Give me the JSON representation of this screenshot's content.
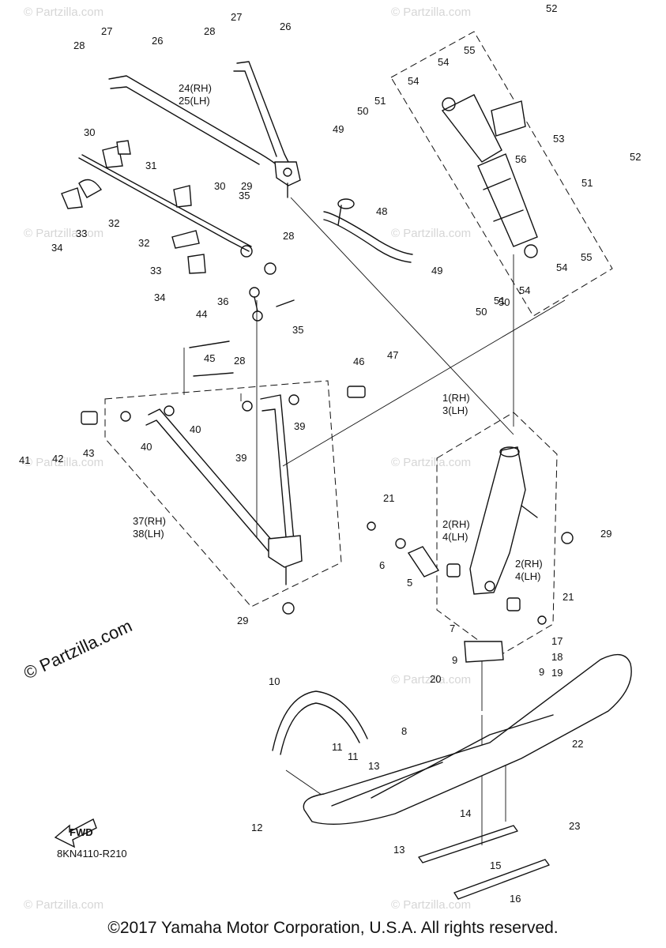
{
  "watermark": {
    "main": "© Partzilla.com",
    "faint": "© Partzilla.com"
  },
  "footer": {
    "copyright": "©2017 Yamaha Motor Corporation, U.S.A. All rights reserved.",
    "diagram_code": "8KN4110-R210",
    "fwd_label": "FWD"
  },
  "callouts": [
    "1(RH)",
    "3(LH)",
    "2(RH)",
    "4(LH)",
    "2(RH)",
    "4(LH)",
    "5",
    "6",
    "7",
    "8",
    "9",
    "9",
    "10",
    "11",
    "11",
    "12",
    "13",
    "13",
    "14",
    "15",
    "16",
    "17",
    "18",
    "19",
    "20",
    "21",
    "21",
    "22",
    "23",
    "24(RH)",
    "25(LH)",
    "26",
    "26",
    "27",
    "27",
    "28",
    "28",
    "28",
    "28",
    "29",
    "29",
    "29",
    "30",
    "30",
    "31",
    "32",
    "32",
    "33",
    "33",
    "34",
    "34",
    "35",
    "35",
    "36",
    "37(RH)",
    "38(LH)",
    "39",
    "39",
    "40",
    "40",
    "41",
    "42",
    "43",
    "44",
    "45",
    "46",
    "47",
    "48",
    "49",
    "49",
    "50",
    "50",
    "50",
    "51",
    "51",
    "51",
    "52",
    "52",
    "53",
    "54",
    "54",
    "54",
    "54",
    "55",
    "55",
    "56"
  ]
}
